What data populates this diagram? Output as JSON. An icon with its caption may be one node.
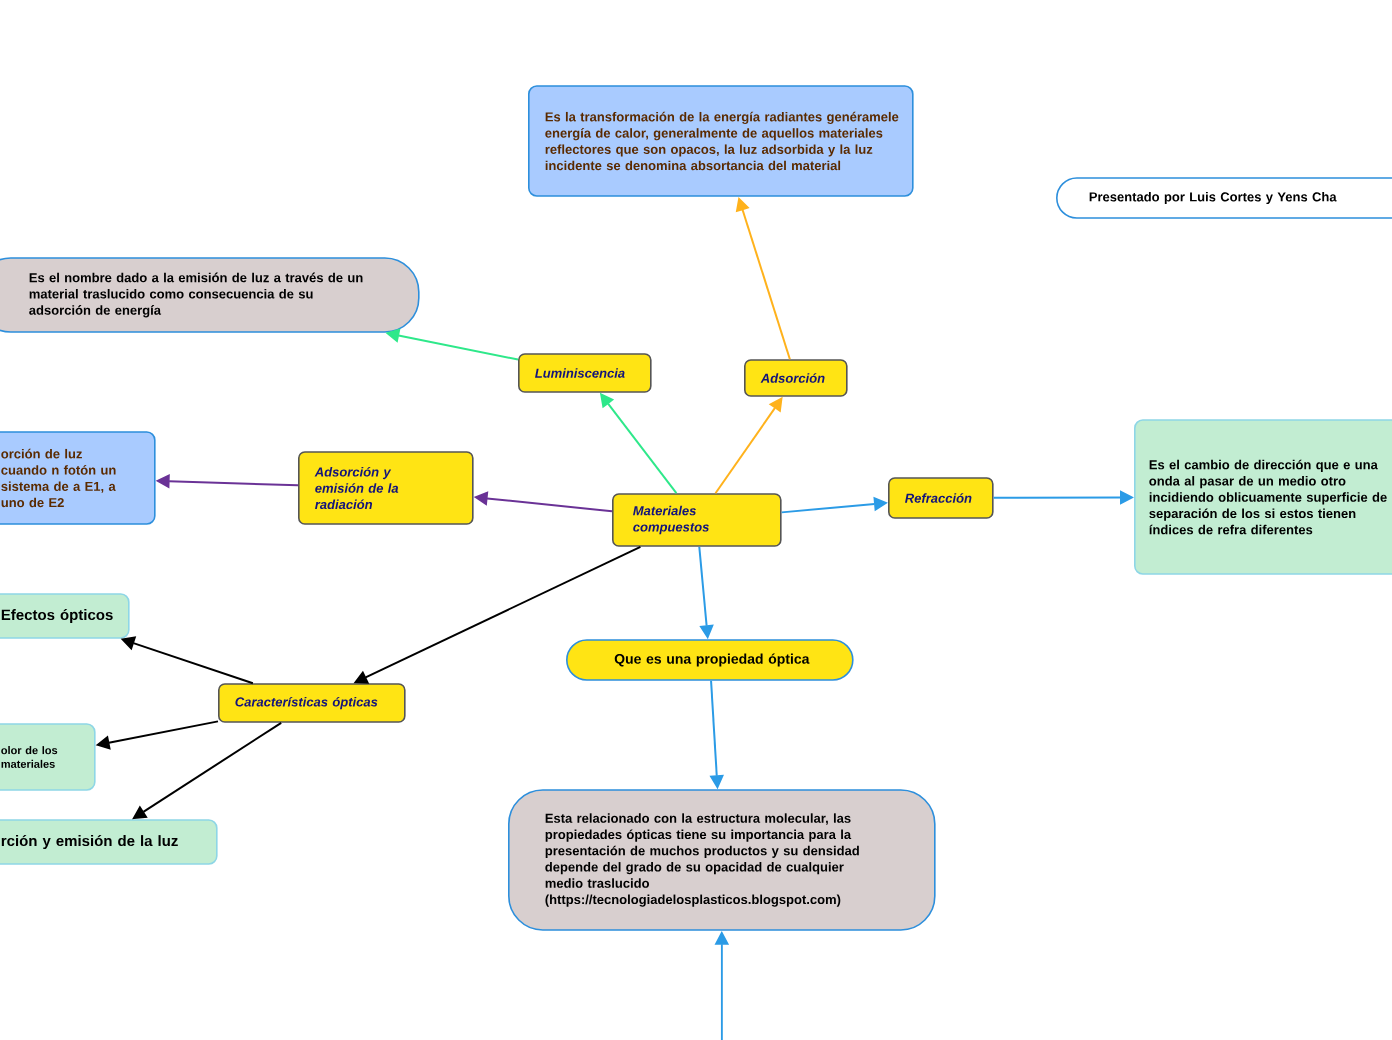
{
  "diagram": {
    "nodes": [
      {
        "text": [
          "Materiales compuestos"
        ]
      },
      {
        "text": [
          "Luminiscencia"
        ]
      },
      {
        "text": [
          "Adsorción"
        ]
      },
      {
        "text": [
          "Es la transformación de la energía radiantes genéramele energía de calor, generalmente de aquellos materiales reflectores que son opacos, la luz adsorbida y la luz incidente se denomina absortancia del material"
        ]
      },
      {
        "text": [
          "Es el nombre dado a la emisión de luz a través de un material traslucido como consecuencia de su adsorción de energía"
        ]
      },
      {
        "text": [
          "Adsorción y emisión de la radiación"
        ]
      },
      {
        "text": [
          "orción de luz cuando n fotón un sistema de a E1, a uno de E2"
        ]
      },
      {
        "text": [
          "Refracción"
        ]
      },
      {
        "text": [
          "Es el cambio de dirección que e una onda al pasar de un medio otro incidiendo oblicuamente superficie de separación de los si estos tienen índices de refra diferentes"
        ]
      },
      {
        "text": [
          "Que es una propiedad óptica"
        ]
      },
      {
        "text": [
          "Esta relacionado con la estructura molecular, las propiedades ópticas tiene su importancia para la presentación de muchos productos y su densidad depende del grado de su opacidad de cualquier medio traslucido (https://tecnologiadelosplasticos.blogspot.com)"
        ]
      },
      {
        "text": [
          "Características ópticas"
        ]
      },
      {
        "text": [
          "Efectos ópticos"
        ]
      },
      {
        "text": [
          "olor de los materiales"
        ]
      },
      {
        "text": [
          "rción y emisión de la luz"
        ]
      },
      {
        "text": [
          "Presentado por Luis Cortes y Yens Cha"
        ]
      }
    ],
    "edges": [
      {
        "from": 0,
        "to": 1,
        "arrow": "to",
        "color": "#2ee88a"
      },
      {
        "from": 1,
        "to": 4,
        "arrow": "to",
        "color": "#2ee88a"
      },
      {
        "from": 0,
        "to": 2,
        "arrow": "to",
        "color": "#ffb21c"
      },
      {
        "from": 2,
        "to": 3,
        "arrow": "to",
        "color": "#ffb21c"
      },
      {
        "from": 0,
        "to": 5,
        "arrow": "to",
        "color": "#6a3296"
      },
      {
        "from": 5,
        "to": 6,
        "arrow": "to",
        "color": "#6a3296"
      },
      {
        "from": 0,
        "to": 7,
        "arrow": "to",
        "color": "#2b9be6"
      },
      {
        "from": 7,
        "to": 8,
        "arrow": "to",
        "color": "#2b9be6"
      },
      {
        "from": 0,
        "to": 9,
        "arrow": "to",
        "color": "#2b9be6"
      },
      {
        "from": 9,
        "to": 10,
        "arrow": "to",
        "color": "#2b9be6"
      },
      {
        "from": null,
        "to": 10,
        "arrow": "to",
        "color": "#2b9be6"
      },
      {
        "from": 0,
        "to": 11,
        "arrow": "to",
        "color": "#000000"
      },
      {
        "from": 11,
        "to": 12,
        "arrow": "to",
        "color": "#000000"
      },
      {
        "from": 11,
        "to": 13,
        "arrow": "to",
        "color": "#000000"
      },
      {
        "from": 11,
        "to": 14,
        "arrow": "to",
        "color": "#000000"
      }
    ]
  }
}
